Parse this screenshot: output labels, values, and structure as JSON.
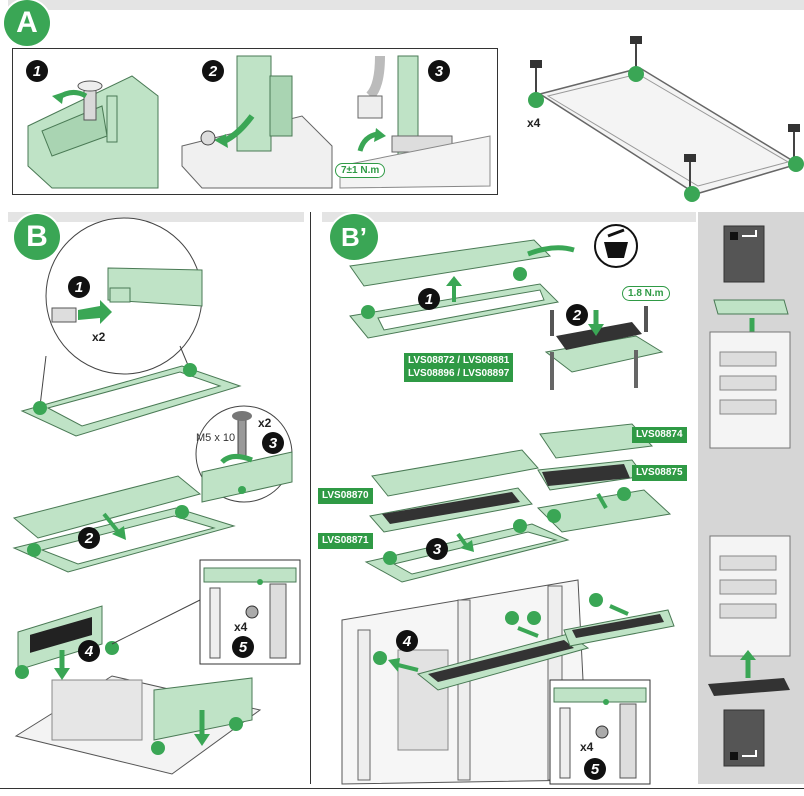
{
  "sections": {
    "A": {
      "letter": "A"
    },
    "B": {
      "letter": "B"
    },
    "B_prime": {
      "letter": "B’"
    }
  },
  "step_labels": {
    "a1": "1",
    "a2": "2",
    "a3": "3",
    "b1": "1",
    "b2": "2",
    "b3": "3",
    "b4": "4",
    "b5": "5",
    "c1": "1",
    "c2": "2",
    "c3": "3",
    "c4": "4",
    "c5": "5"
  },
  "quantities": {
    "a_feet": "x4",
    "b_clips": "x2",
    "b_screws": "x2",
    "b_corner": "x4",
    "c_corner": "x4"
  },
  "screw_spec": "M5 x 10",
  "torques": {
    "a_torque": "7±1 N.m",
    "c_torque": "1.8 N.m"
  },
  "product_refs": {
    "ref_pair_1": "LVS08872 / LVS08881",
    "ref_pair_2": "LVS08896 / LVS08897",
    "ref_8874": "LVS08874",
    "ref_8875": "LVS08875",
    "ref_8870": "LVS08870",
    "ref_8871": "LVS08871"
  },
  "colors": {
    "accent_green": "#3aa655",
    "part_green": "#bfe3c6",
    "label_green": "#2f9a45",
    "header_gray": "#e4e4e4",
    "side_panel_gray": "#d6d6d6"
  },
  "icons": [
    "recycle-disposal-icon",
    "open-book-icon",
    "arrow-icon"
  ]
}
